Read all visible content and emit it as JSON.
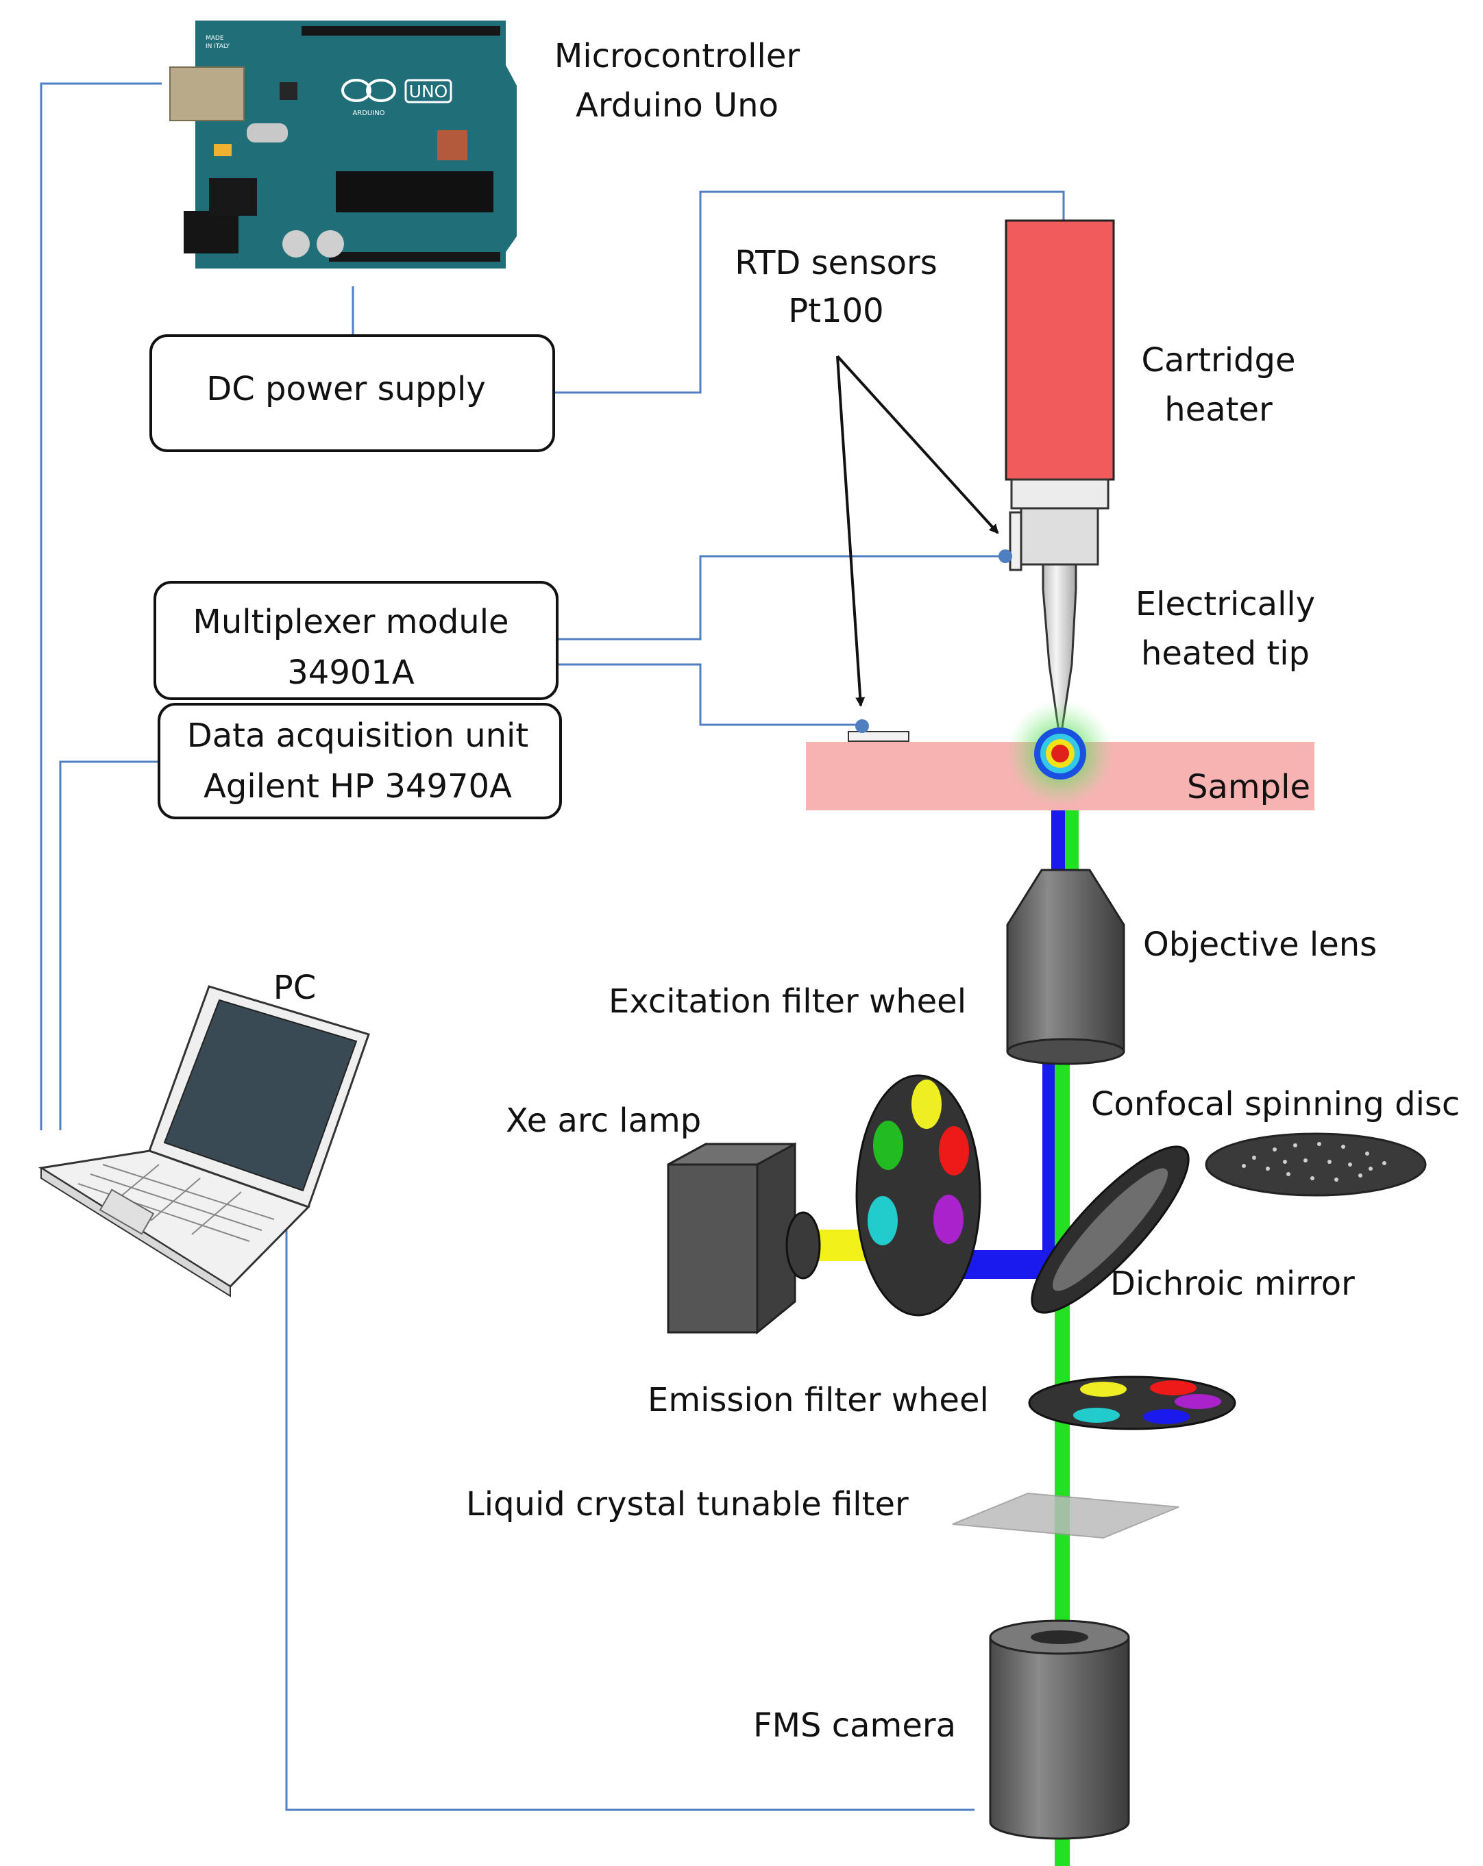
{
  "labels": {
    "microcontroller_line1": "Microcontroller",
    "microcontroller_line2": "Arduino Uno",
    "rtd_line1": "RTD sensors",
    "rtd_line2": "Pt100",
    "cartridge_line1": "Cartridge",
    "cartridge_line2": "heater",
    "dc_power": "DC power supply",
    "tip_line1": "Electrically",
    "tip_line2": "heated tip",
    "multiplexer_line1": "Multiplexer module",
    "multiplexer_line2": "34901A",
    "daq_line1": "Data acquisition unit",
    "daq_line2": "Agilent HP 34970A",
    "sample": "Sample",
    "objective": "Objective lens",
    "pc": "PC",
    "excitation": "Excitation filter wheel",
    "confocal": "Confocal spinning disc",
    "xe_lamp": "Xe arc lamp",
    "dichroic": "Dichroic mirror",
    "emission": "Emission filter wheel",
    "lctf": "Liquid crystal tunable filter",
    "camera": "FMS camera"
  },
  "arduino_text": {
    "uno": "UNO",
    "brand": "ARDUINO",
    "made_line1": "MADE",
    "made_line2": "IN ITALY"
  },
  "colors": {
    "wire": "#4f7fc0",
    "heater": "#f25b5b",
    "sample": "#f7b2b2",
    "arduino": "#1f6e78",
    "beam_blue": "#1a1aee",
    "beam_green": "#22e022",
    "beam_yellow": "#f2f21a",
    "device_gray": "#606060"
  }
}
